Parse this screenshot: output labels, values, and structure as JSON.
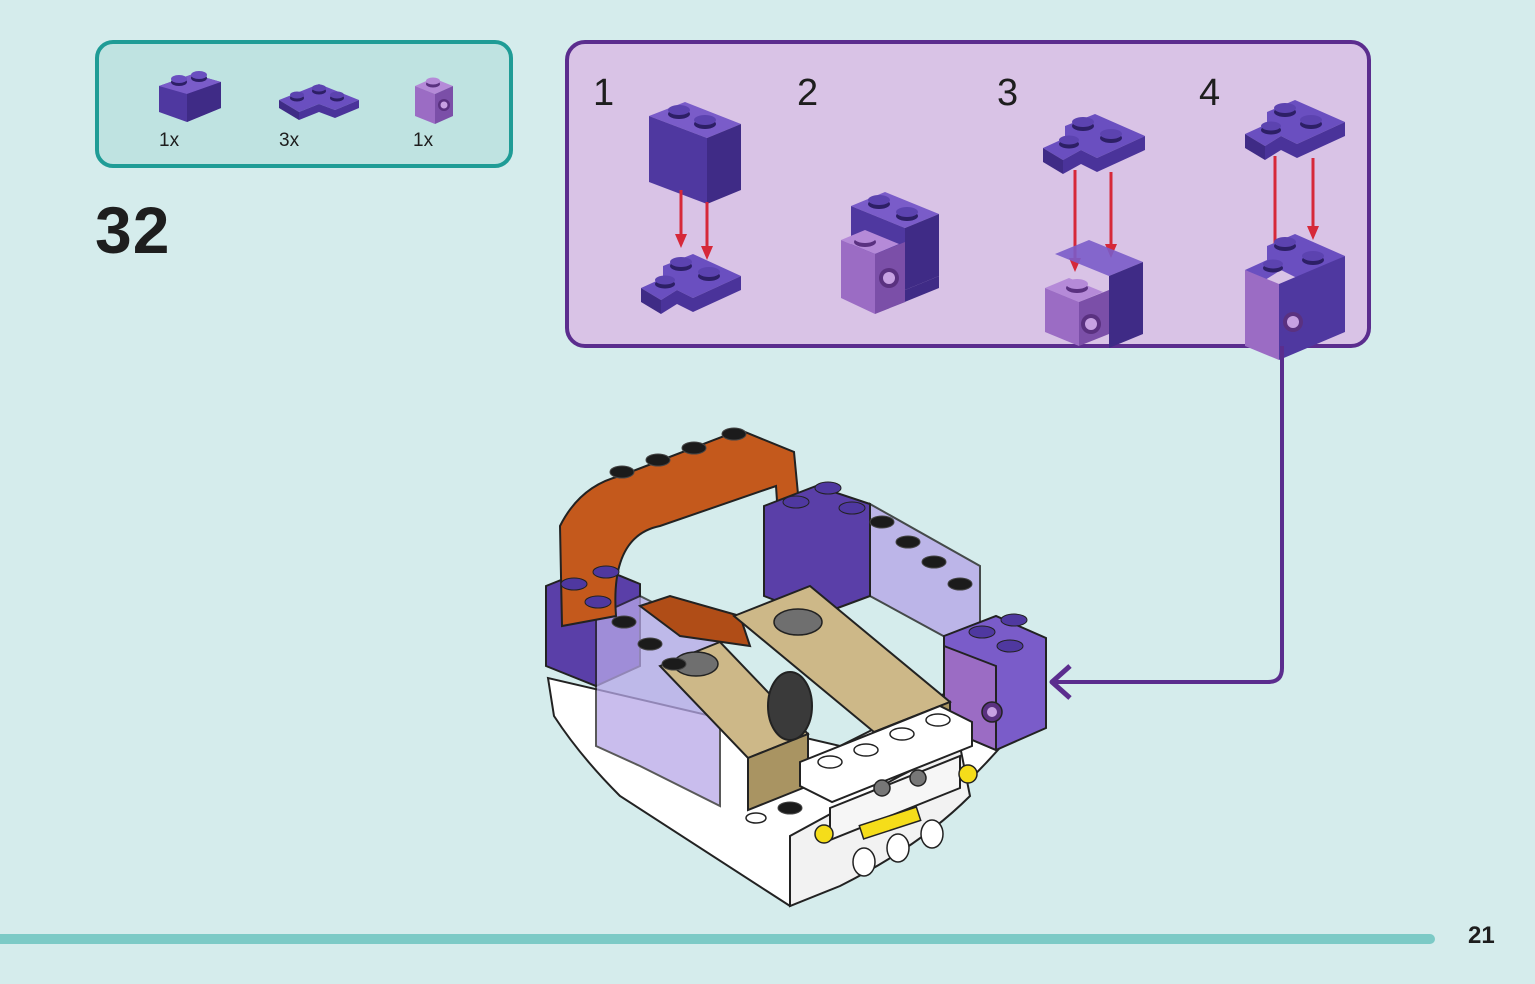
{
  "step": {
    "number": "32"
  },
  "parts": [
    {
      "name": "brick-1x2-dark-purple",
      "qty": "1x"
    },
    {
      "name": "corner-plate-2x2-dark-purple",
      "qty": "3x"
    },
    {
      "name": "brick-1x1-side-stud-lavender",
      "qty": "1x"
    }
  ],
  "substeps": [
    {
      "label": "1"
    },
    {
      "label": "2"
    },
    {
      "label": "3"
    },
    {
      "label": "4"
    }
  ],
  "colors": {
    "background": "#d5ecec",
    "parts_border": "#1f9c96",
    "substeps_border": "#5b2d8e",
    "arrow_red": "#d62839",
    "dark_purple": "#5a3fa8",
    "lavender": "#9b6cc4",
    "orange": "#c4591c",
    "tan": "#cdb888"
  },
  "footer": {
    "page_number": "21"
  }
}
